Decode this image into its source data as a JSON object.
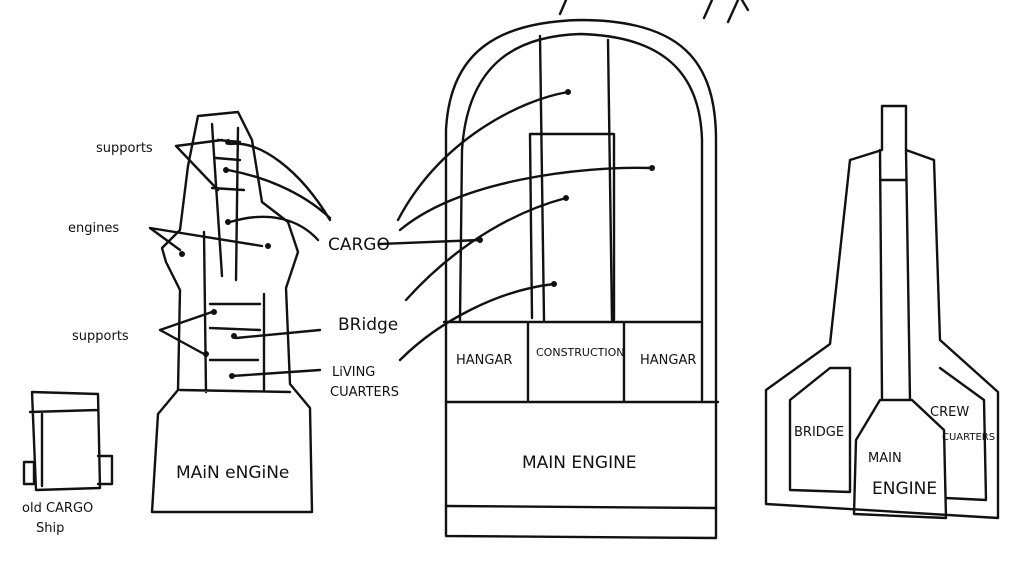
{
  "labels": {
    "supports_top": "supports",
    "engines": "engines",
    "supports_bottom": "supports",
    "cargo": "CARGO",
    "bridge": "BRidge",
    "living_quarters_1": "LiVING",
    "living_quarters_2": "CUARTERS",
    "left_main_engine": "MAiN eNGiNe",
    "old_cargo_1": "old CARGO",
    "old_cargo_2": "Ship",
    "hangar_left": "HANGAR",
    "construction": "CONSTRUCTION",
    "hangar_right": "HANGAR",
    "center_main_engine": "MAIN ENGINE",
    "right_bridge": "BRIDGE",
    "right_main_1": "MAIN",
    "right_main_2": "ENGINE",
    "crew_1": "CREW",
    "crew_2": "CUARTERS"
  }
}
